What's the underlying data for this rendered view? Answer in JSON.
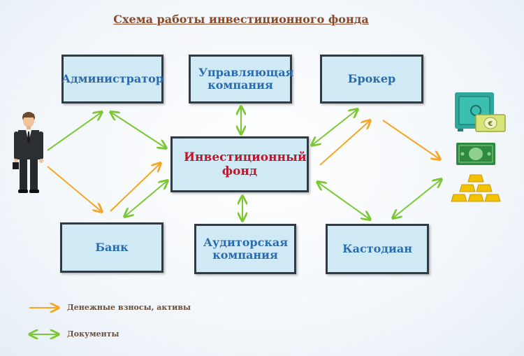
{
  "title": "Схема работы инвестиционного фонда",
  "nodes": {
    "administrator": "Администратор",
    "management_company": "Управляющая компания",
    "broker": "Брокер",
    "investment_fund": "Инвестиционный фонд",
    "bank": "Банк",
    "audit_company": "Аудиторская компания",
    "custodian": "Кастодиан"
  },
  "legend": {
    "money": "Денежные взносы, активы",
    "documents": "Документы"
  },
  "colors": {
    "money_arrow": "#f5a623",
    "documents_arrow": "#7cc832",
    "box_fill": "#cfeaf5",
    "box_border": "#2f3a42",
    "box_text": "#2b6cb0",
    "center_text": "#c0162c",
    "title": "#8a4a2a"
  },
  "icons": [
    "businessman-icon",
    "safe-icon",
    "euro-banknote-icon",
    "dollar-banknote-icon",
    "gold-bars-icon"
  ]
}
